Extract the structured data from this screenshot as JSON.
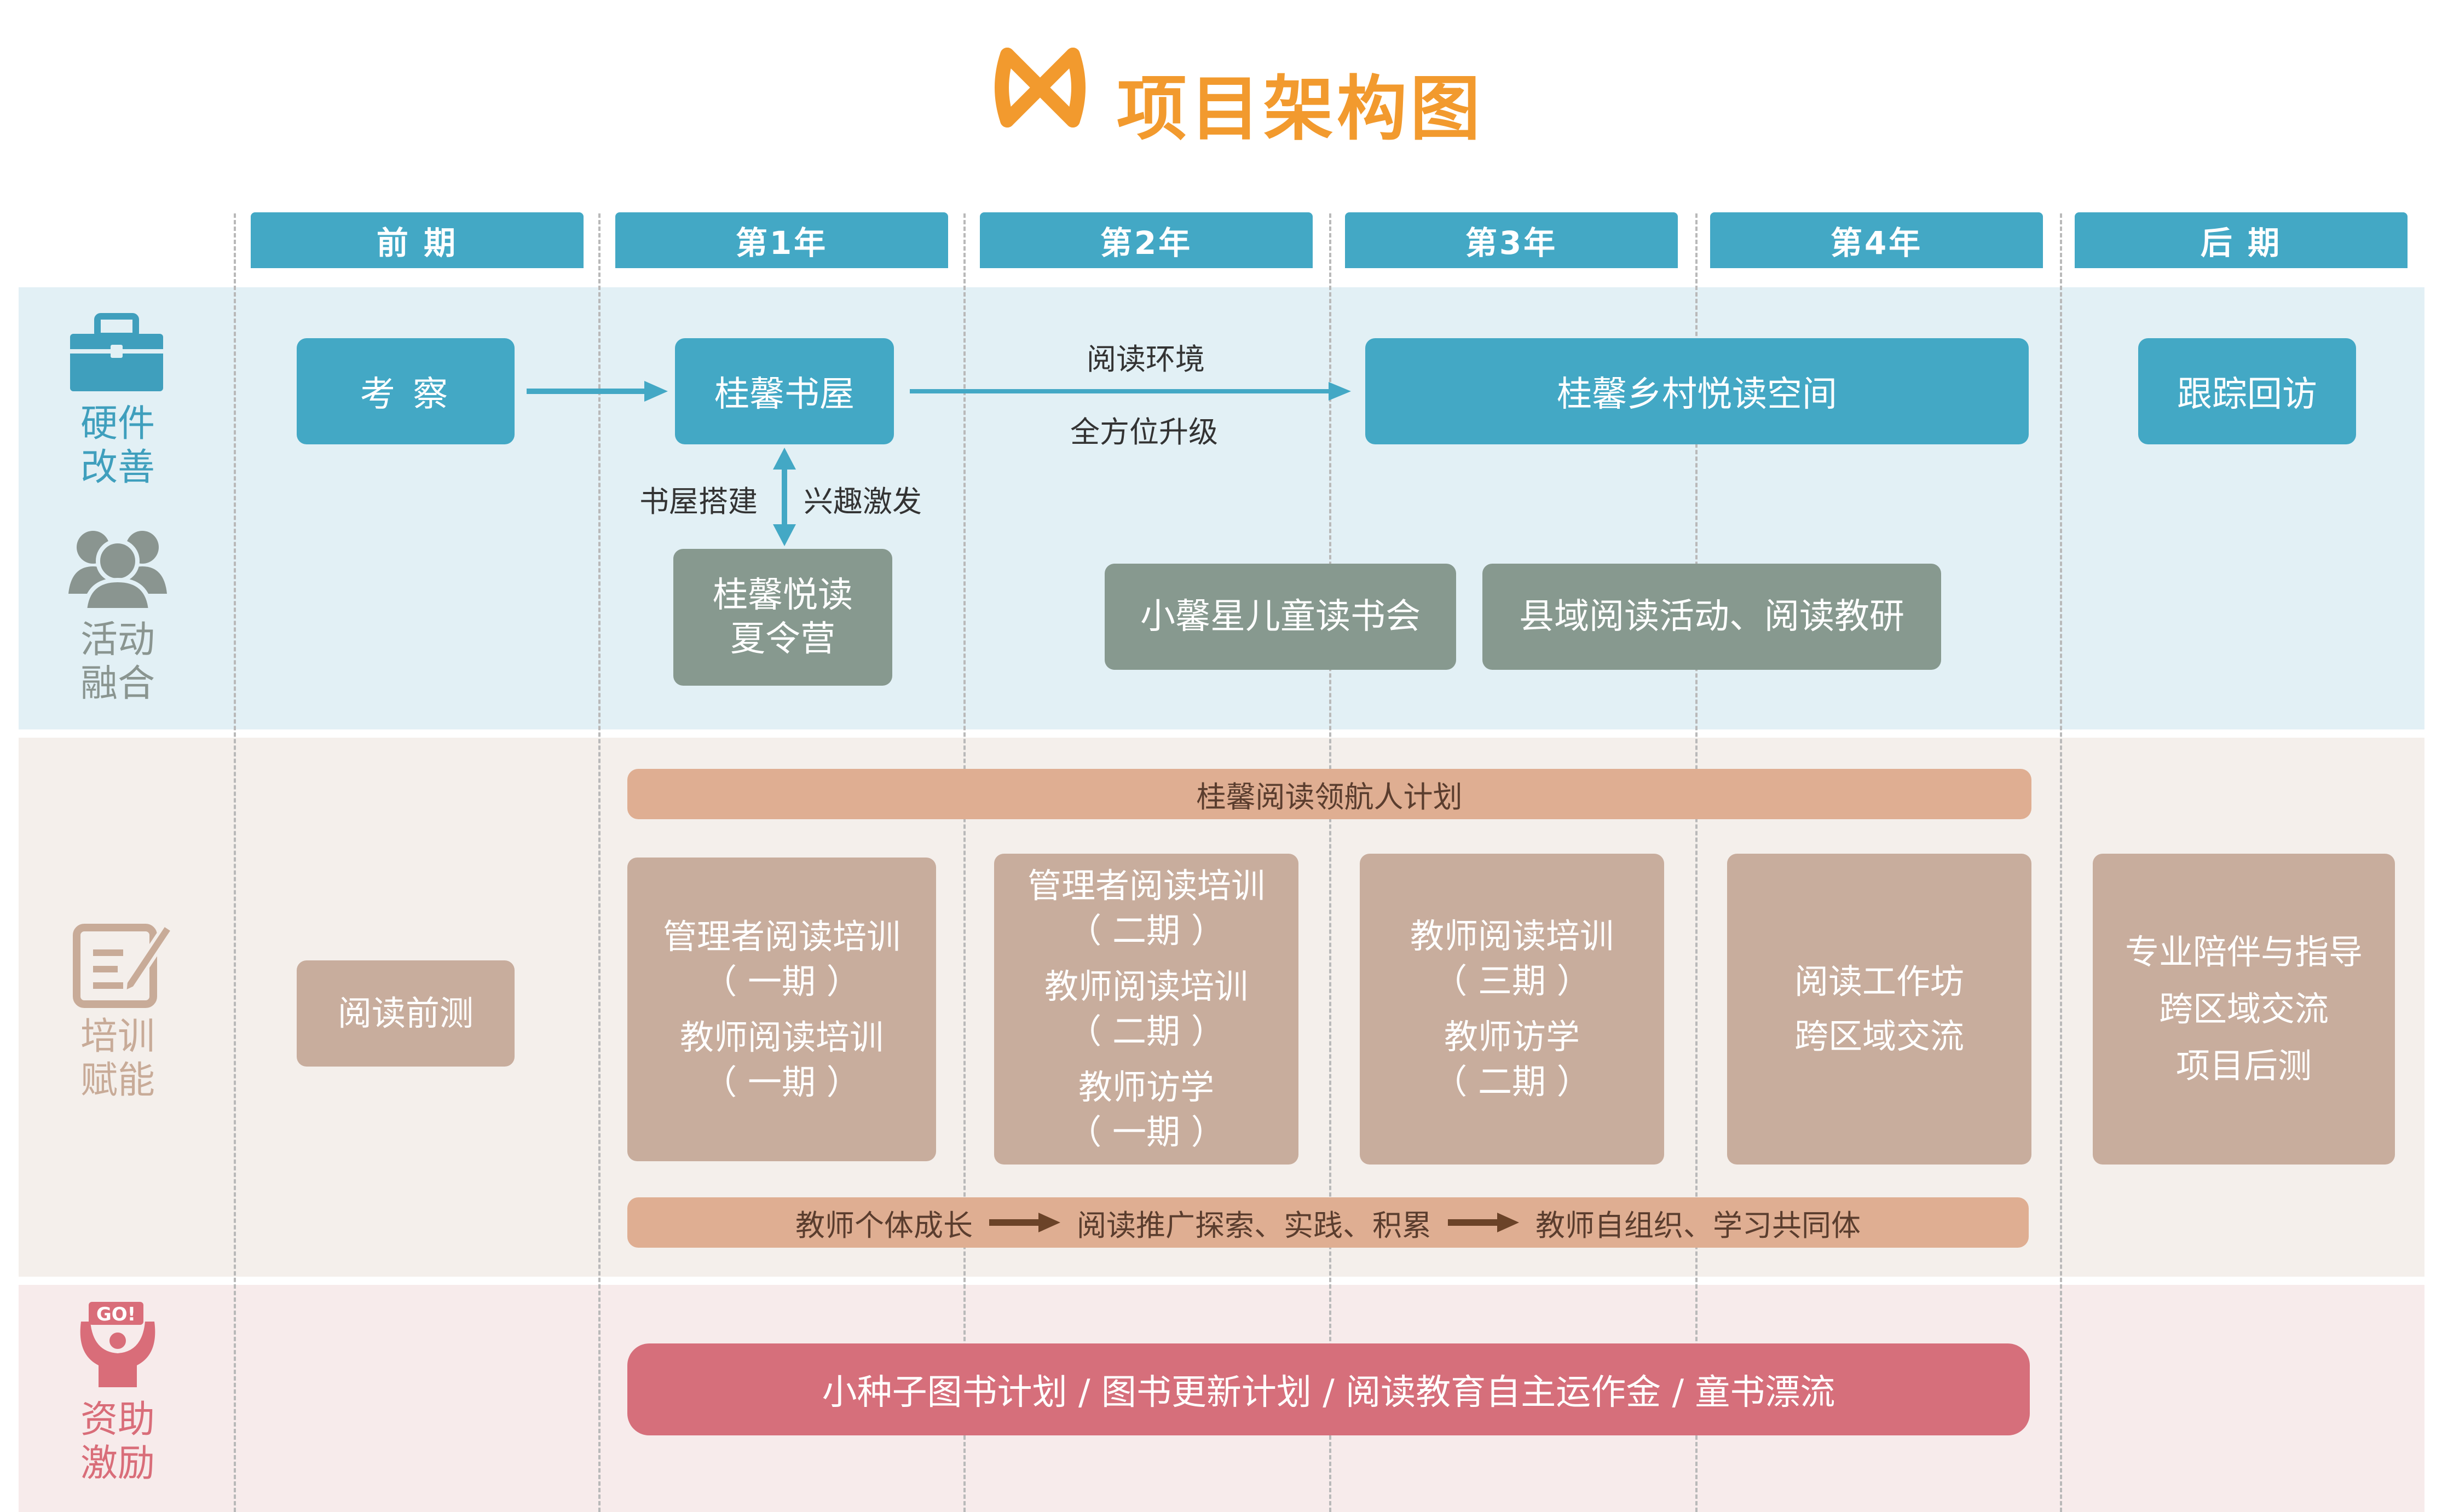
{
  "title": "项目架构图",
  "colors": {
    "header": "#43a8c5",
    "teal_box": "#43a8c5",
    "gray_box": "#87998f",
    "tan_box": "#c8ad9d",
    "peach_bar": "#dfae92",
    "pink_bar": "#d66f7b",
    "logo": "#f29a2e",
    "icon_teal": "#3f9fbd",
    "icon_gray": "#8a9590",
    "icon_tan": "#c8ab98",
    "icon_pink": "#d96d79"
  },
  "headers": [
    "前 期",
    "第1年",
    "第2年",
    "第3年",
    "第4年",
    "后 期"
  ],
  "rows": {
    "hardware": {
      "label_1": "硬件",
      "label_2": "改善",
      "icon": "toolbox-icon"
    },
    "activity": {
      "label_1": "活动",
      "label_2": "融合",
      "icon": "people-icon"
    },
    "training": {
      "label_1": "培训",
      "label_2": "赋能",
      "icon": "edit-icon"
    },
    "funding": {
      "label_1": "资助",
      "label_2": "激励",
      "icon": "go-hand-icon",
      "icon_text": "GO!"
    }
  },
  "hardware_row": {
    "survey": "考  察",
    "bookhouse": "桂馨书屋",
    "upgrade_top": "阅读环境",
    "upgrade_bottom": "全方位升级",
    "rural_space": "桂馨乡村悦读空间",
    "followup": "跟踪回访",
    "vertical_left": "书屋搭建",
    "vertical_right": "兴趣激发"
  },
  "activity_row": {
    "camp_1": "桂馨悦读",
    "camp_2": "夏令营",
    "kids_club": "小馨星儿童读书会",
    "county": "县域阅读活动、阅读教研"
  },
  "training_row": {
    "navigator": "桂馨阅读领航人计划",
    "pretest": "阅读前测",
    "y1": [
      "管理者阅读培训",
      "（ 一期 ）",
      "教师阅读培训",
      "（ 一期 ）"
    ],
    "y2": [
      "管理者阅读培训",
      "（ 二期 ）",
      "教师阅读培训",
      "（ 二期 ）",
      "教师访学",
      "（ 一期 ）"
    ],
    "y3": [
      "教师阅读培训",
      "（ 三期 ）",
      "教师访学",
      "（ 二期 ）"
    ],
    "y4": [
      "阅读工作坊",
      "跨区域交流"
    ],
    "later": [
      "专业陪伴与指导",
      "跨区域交流",
      "项目后测"
    ],
    "growth": [
      "教师个体成长",
      "阅读推广探索、实践、积累",
      "教师自组织、学习共同体"
    ]
  },
  "funding_row": {
    "programs": "小种子图书计划 / 图书更新计划 / 阅读教育自主运作金 / 童书漂流"
  }
}
